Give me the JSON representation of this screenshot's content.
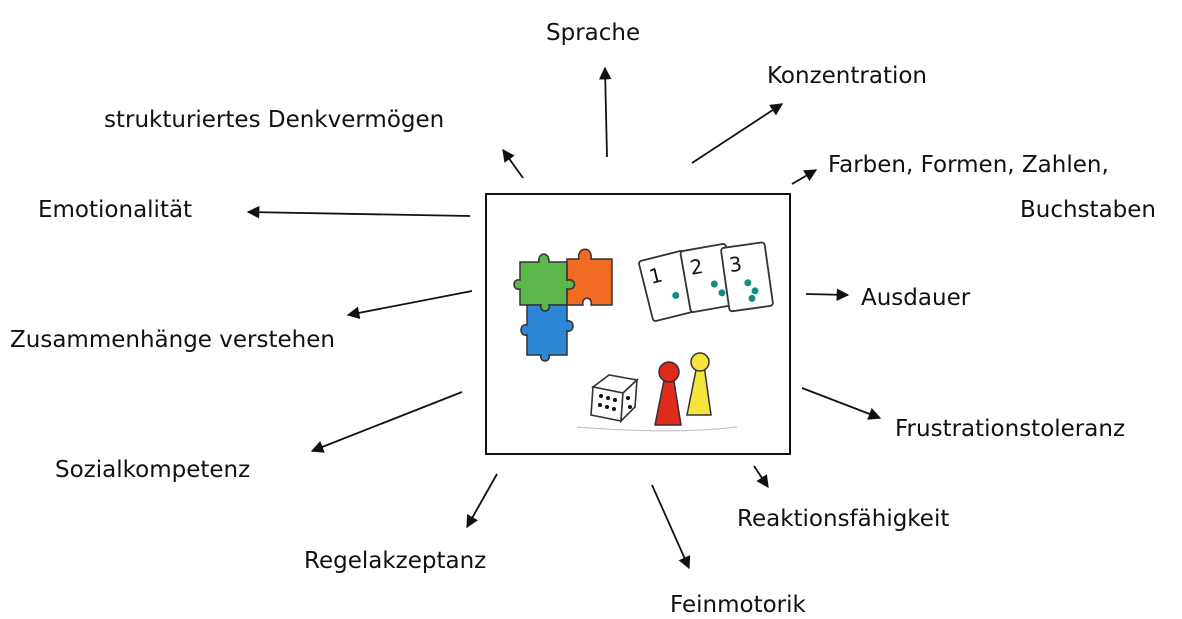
{
  "labels": {
    "sprache": "Sprache",
    "konzentration": "Konzentration",
    "denkvermoegen": "strukturiertes Denkvermögen",
    "farben_line1": "Farben, Formen, Zahlen,",
    "farben_line2": "Buchstaben",
    "emotionalitaet": "Emotionalität",
    "ausdauer": "Ausdauer",
    "zusammenhaenge": "Zusammenhänge verstehen",
    "frustrationstoleranz": "Frustrationstoleranz",
    "sozialkompetenz": "Sozialkompetenz",
    "reaktionsfaehigkeit": "Reaktionsfähigkeit",
    "regelakzeptanz": "Regelakzeptanz",
    "feinmotorik": "Feinmotorik"
  },
  "cards": [
    {
      "number": "1",
      "dots": 1
    },
    {
      "number": "2",
      "dots": 2
    },
    {
      "number": "3",
      "dots": 3
    }
  ],
  "colors": {
    "puzzle_green": "#5cb84a",
    "puzzle_orange": "#f06a22",
    "puzzle_blue": "#2e86d6",
    "dot_teal": "#0f8f80",
    "pawn_red": "#e02a1c",
    "pawn_yellow": "#f5e53a"
  }
}
